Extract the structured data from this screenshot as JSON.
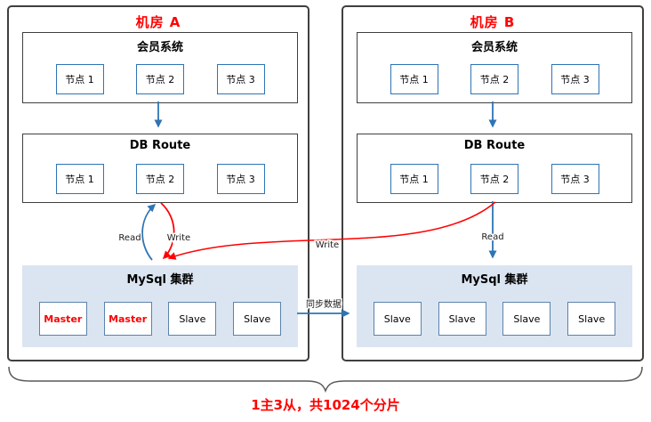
{
  "datacenters": [
    {
      "title": "机房 A",
      "member_system": {
        "title": "会员系统",
        "nodes": [
          "节点 1",
          "节点 2",
          "节点 3"
        ]
      },
      "db_route": {
        "title": "DB Route",
        "nodes": [
          "节点 1",
          "节点 2",
          "节点 3"
        ]
      },
      "mysql_cluster": {
        "title": "MySql 集群",
        "nodes": [
          {
            "label": "Master",
            "role": "master"
          },
          {
            "label": "Master",
            "role": "master"
          },
          {
            "label": "Slave",
            "role": "slave"
          },
          {
            "label": "Slave",
            "role": "slave"
          }
        ]
      }
    },
    {
      "title": "机房 B",
      "member_system": {
        "title": "会员系统",
        "nodes": [
          "节点 1",
          "节点 2",
          "节点 3"
        ]
      },
      "db_route": {
        "title": "DB Route",
        "nodes": [
          "节点 1",
          "节点 2",
          "节点 3"
        ]
      },
      "mysql_cluster": {
        "title": "MySql 集群",
        "nodes": [
          {
            "label": "Slave",
            "role": "slave"
          },
          {
            "label": "Slave",
            "role": "slave"
          },
          {
            "label": "Slave",
            "role": "slave"
          },
          {
            "label": "Slave",
            "role": "slave"
          }
        ]
      }
    }
  ],
  "arrows": {
    "read_a": "Read",
    "write_a": "Write",
    "write_cross": "Write",
    "read_b": "Read",
    "sync": "同步数据"
  },
  "caption": "1主3从，共1024个分片",
  "colors": {
    "title_red": "#ff0000",
    "node_border_blue": "#2e74b5",
    "arrow_blue": "#2e74b5",
    "arrow_red": "#ff0000",
    "cluster_bg": "#dbe5f1",
    "brace_gray": "#595959"
  }
}
